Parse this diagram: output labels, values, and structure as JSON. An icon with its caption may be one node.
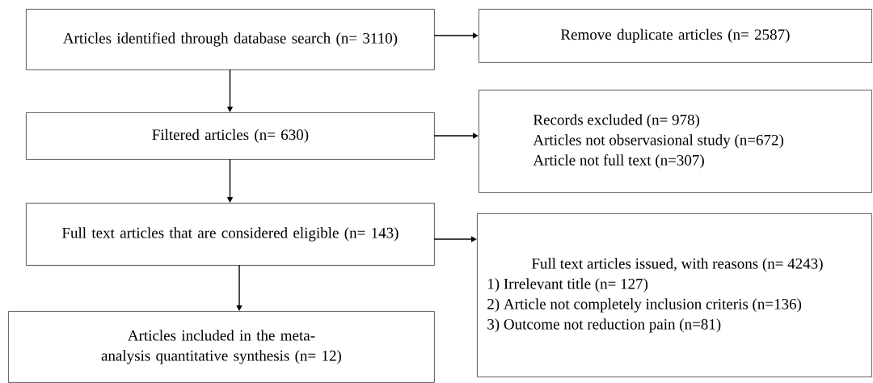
{
  "diagram": {
    "nodes": [
      {
        "text": [
          "Articles identified through database search (n= 3110)"
        ]
      },
      {
        "text": [
          "Remove duplicate articles (n= 2587)"
        ]
      },
      {
        "text": [
          "Filtered articles (n= 630)"
        ]
      },
      {
        "text": [
          "Records excluded (n= 978)",
          "Articles not observasional study (n=672)",
          "Article not full text (n=307)"
        ]
      },
      {
        "text": [
          "Full text articles that are considered eligible (n= 143)"
        ]
      },
      {
        "text": [
          "Full text articles issued, with reasons (n= 4243)",
          "1) Irrelevant title (n= 127)",
          "2) Article not completely inclusion criteris (n=136)",
          "3) Outcome not reduction pain (n=81)"
        ]
      },
      {
        "text": [
          "Articles included in the meta-analysis quantitative synthesis (n= 12)"
        ]
      }
    ],
    "edges": [
      {
        "from": 0,
        "to": 1,
        "arrow": "to"
      },
      {
        "from": 0,
        "to": 2,
        "arrow": "to"
      },
      {
        "from": 2,
        "to": 3,
        "arrow": "to"
      },
      {
        "from": 2,
        "to": 4,
        "arrow": "to"
      },
      {
        "from": 4,
        "to": 5,
        "arrow": "to"
      },
      {
        "from": 4,
        "to": 6,
        "arrow": "to"
      }
    ]
  }
}
